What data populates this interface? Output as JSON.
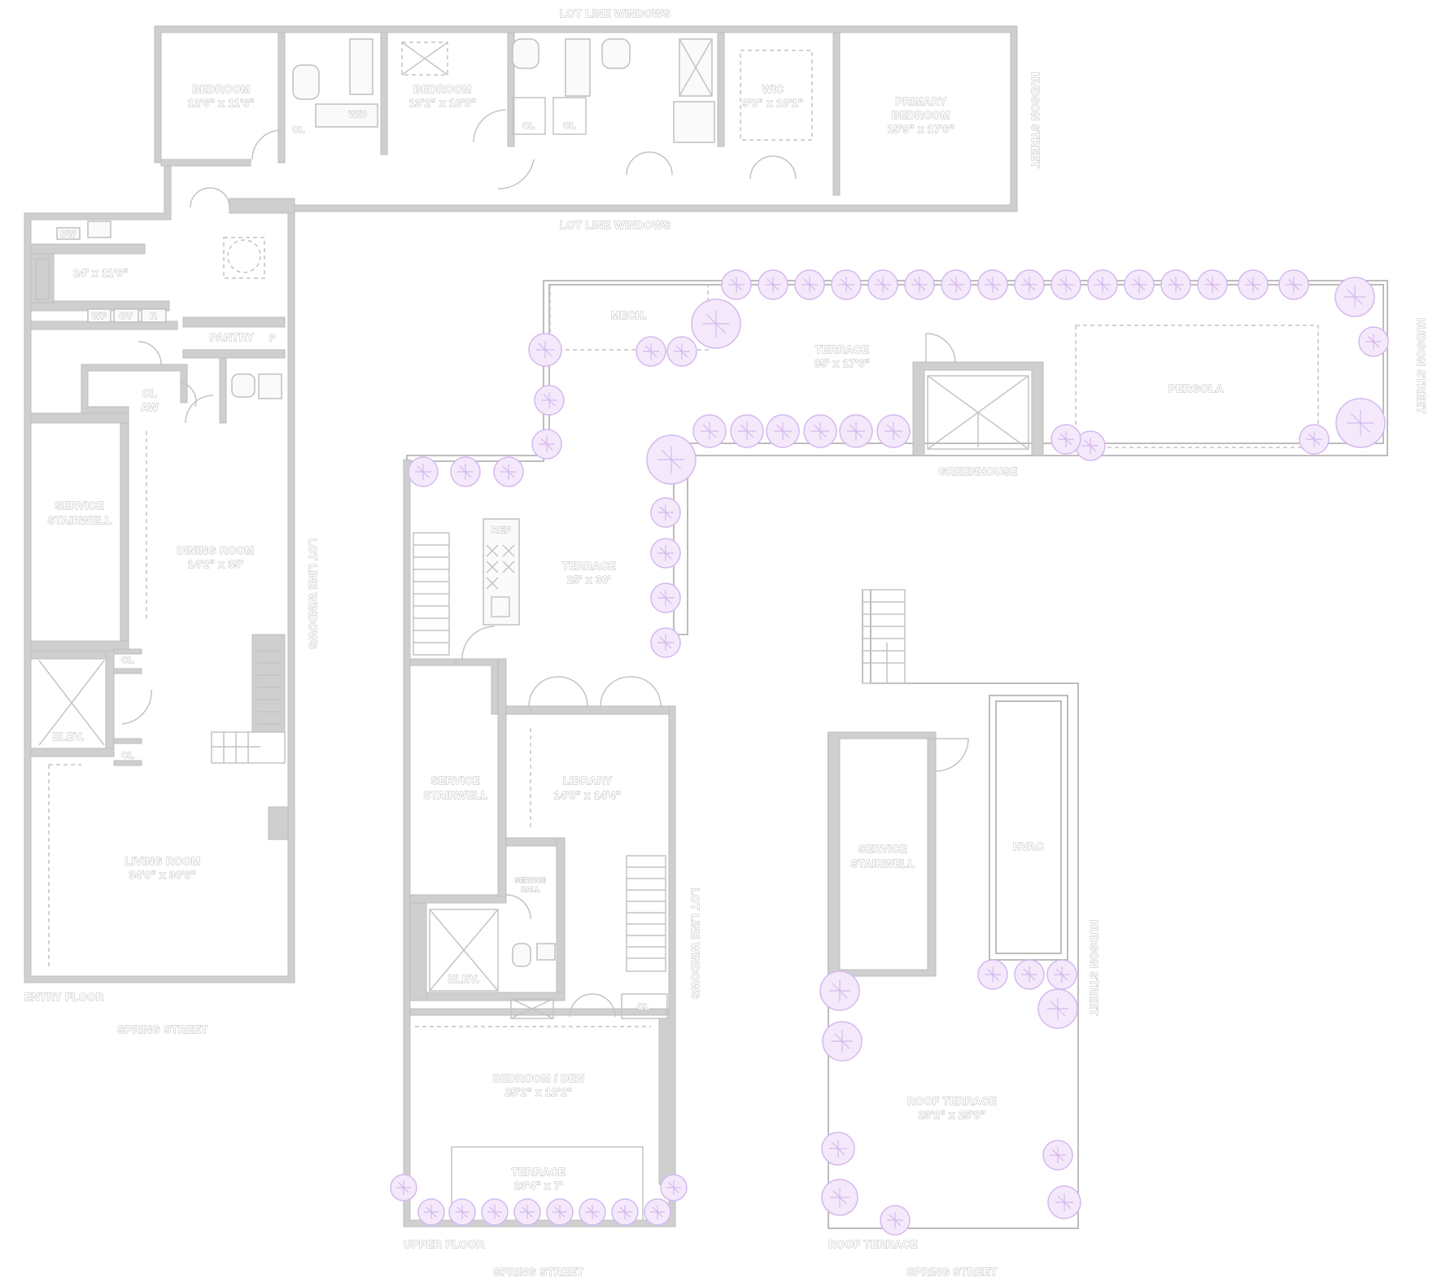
{
  "floors": {
    "entry": {
      "floor_label": "ENTRY FLOOR",
      "street_label": "SPRING STREET",
      "lot_line_top": "LOT LINE WINDOWS",
      "lot_line_mid": "LOT LINE WINDOWS",
      "lot_line_side": "LOT LINE WINDOWS",
      "hudson_label": "HUDSON STREET",
      "rooms": {
        "bedroom1": {
          "name": "BEDROOM",
          "dims": "12'6\" x 11'6\""
        },
        "bedroom2": {
          "name": "BEDROOM",
          "dims": "13'2\" x 10'8\""
        },
        "wic": {
          "name": "WIC",
          "dims": "9'0\" x 10'1\""
        },
        "primary": {
          "name1": "PRIMARY",
          "name2": "BEDROOM",
          "dims": "15'9\" x 17'6\""
        },
        "kitchen": {
          "dims": "24' x 11'6\""
        },
        "pantry": {
          "name": "PANTRY"
        },
        "cl_aw": {
          "name1": "CL",
          "name2": "AW"
        },
        "service_stair": {
          "name1": "SERVICE",
          "name2": "STAIRWELL"
        },
        "dining": {
          "name": "DINING ROOM",
          "dims": "14'2\" x 35'"
        },
        "elev": {
          "name": "ELEV."
        },
        "living": {
          "name": "LIVING ROOM",
          "dims": "34'0\" x 30'6\""
        }
      },
      "fixture_labels": {
        "cl": "CL",
        "wd": "W/D",
        "dw": "DW",
        "wf": "WF",
        "ov": "OV",
        "r": "R",
        "p": "P"
      }
    },
    "upper": {
      "floor_label": "UPPER FLOOR",
      "street_label": "SPRING STREET",
      "lot_line_side": "LOT LINE WINDOWS",
      "hudson_label": "HUDSON STREET",
      "rooms": {
        "mech": {
          "name": "MECH."
        },
        "terrace_main": {
          "name": "TERRACE",
          "dims": "85' x 17'6\""
        },
        "pergola": {
          "name": "PERGOLA"
        },
        "greenhouse": {
          "name": "GREENHOUSE"
        },
        "terrace_side": {
          "name": "TERRACE",
          "dims": "25' x 30'"
        },
        "ref": {
          "name": "REF"
        },
        "service_stair": {
          "name1": "SERVICE",
          "name2": "STAIRWELL"
        },
        "library": {
          "name": "LIBRARY",
          "dims": "14'8\" x 14'4\""
        },
        "service_hall": {
          "name1": "SERVICE",
          "name2": "HALL"
        },
        "elev": {
          "name": "ELEV."
        },
        "cl": {
          "name": "CL"
        },
        "bedroom_den": {
          "name": "BEDROOM / DEN",
          "dims": "25'2\" x 12'2\""
        },
        "terrace_bottom": {
          "name": "TERRACE",
          "dims": "23'4\" x 7'"
        }
      }
    },
    "roof": {
      "floor_label": "ROOF TERRACE",
      "street_label": "SPRING STREET",
      "hudson_label": "HUDSON STREET",
      "rooms": {
        "service_stair": {
          "name1": "SERVICE",
          "name2": "STAIRWELL"
        },
        "hvac": {
          "name": "HVAC"
        },
        "roof_terrace": {
          "name": "ROOF TERRACE",
          "dims": "23'2\" x 25'8\""
        }
      }
    }
  },
  "colors": {
    "wall": "#cfcfcf",
    "line": "#c4c4c4",
    "planting": "#d6b8ee",
    "planting_fill": "#f3e9fb"
  }
}
